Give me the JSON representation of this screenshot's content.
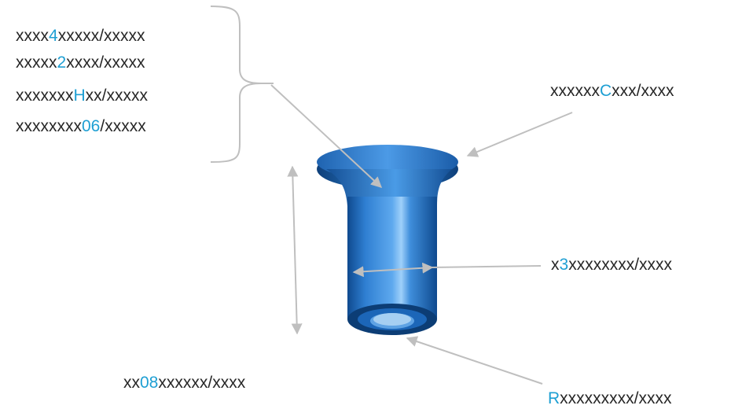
{
  "colors": {
    "text": "#262626",
    "highlight": "#1e9fd3",
    "leader": "#bfbfbf",
    "part": "#2f86d6"
  },
  "part": {
    "icon": "flanged-bushing-3d-icon"
  },
  "labels": {
    "top_group": [
      {
        "prefix": "xxxx",
        "code": "4",
        "suffix": "xxxxx/xxxxx"
      },
      {
        "prefix": "xxxxx",
        "code": "2",
        "suffix": "xxxx/xxxxx"
      },
      {
        "prefix": "xxxxxxx",
        "code": "H",
        "suffix": "xx/xxxxx"
      },
      {
        "prefix": "xxxxxxxx",
        "code": "06",
        "suffix": "/xxxxx"
      }
    ],
    "flange": {
      "prefix": "xxxxxx",
      "code": "C",
      "suffix": "xxx/xxxx"
    },
    "diameter": {
      "prefix": "x",
      "code": "3",
      "suffix": "xxxxxxxx/xxxx"
    },
    "length": {
      "prefix": "xx",
      "code": "08",
      "suffix": "xxxxxx/xxxx"
    },
    "end": {
      "prefix": "",
      "code": "R",
      "suffix": "xxxxxxxxx/xxxx"
    }
  }
}
